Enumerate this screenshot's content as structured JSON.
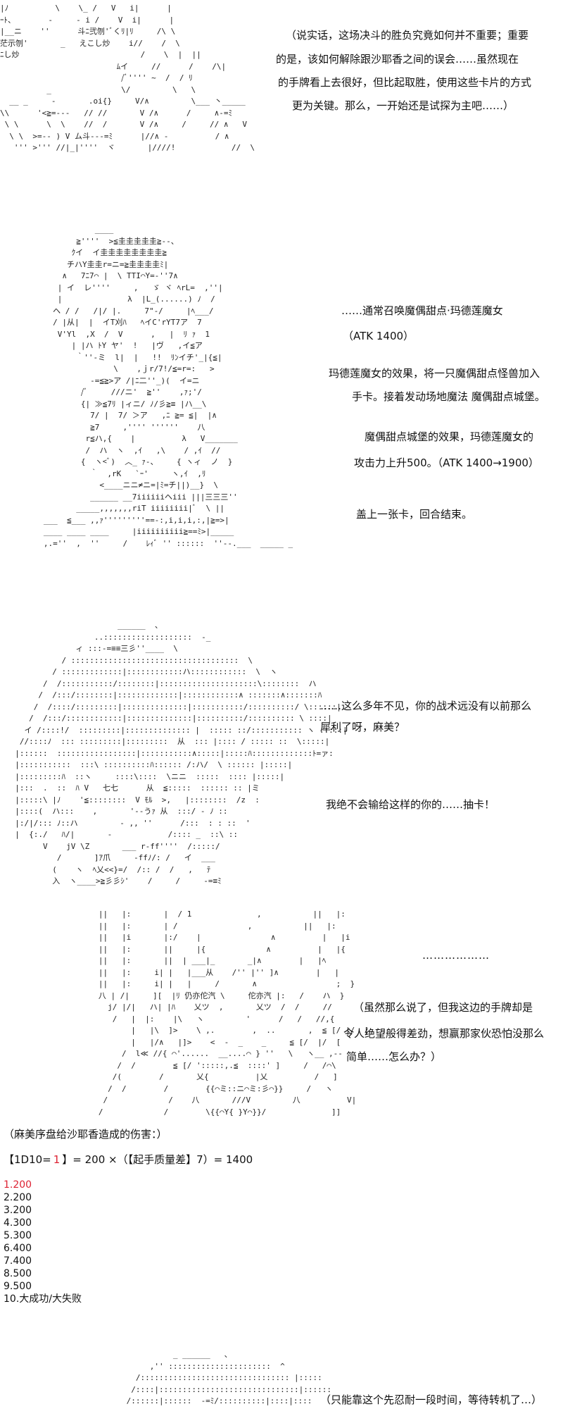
{
  "colors": {
    "text": "#111111",
    "highlight": "#dd2233"
  },
  "scene1": {
    "art": [
      "|ﾉ          \\    \\_ /   V   i|      |",
      "ｰﾄ、       -     - i /    V  i|      |",
      "|__ニ    ''      斗ﾆ弐刎'ﾞくﾘ|ﾘ     /\\ \\",
      "茫示刎'       _   えこし炒    i//    /  \\",
      "ﾆし炒                          /    \\  |  ||",
      "                         ﾑイ     //      /    /\\|",
      "                          /ﾞ'''' ~  /  / ﾘ",
      "          _               \\/         \\   \\",
      "  __ _     -       .oi{}     V/∧         \\___ 丶_____",
      "\\\\      '<≧=---   // //       V /∧      /     ∧-=ﾐ",
      " \\ \\      \\  \\    //  /       V /∧     /     // ∧   V",
      "  \\ \\  >=-- ) V ム斗---=ﾐ      |//∧ -          / ∧",
      "   ''' >''' //|_|''''  ヾ       |////!            //  \\"
    ],
    "lines": [
      "（说实话，这场决斗的胜负究竟如何并不重要；重要",
      "的是，该如何解除跟沙耶香之间的误会……虽然现在",
      "的手牌看上去很好，但比起取胜，使用这些卡片的方式",
      "更为关键。那么，一开始还是试探为主吧……）"
    ]
  },
  "scene2": {
    "art": [
      "              ____",
      "          ≧''''  >≦圭圭圭圭圭≧--、",
      "         ｸイ  イ圭圭圭圭圭圭圭圭≧",
      "        チハY圭圭r=ニ=≧圭圭圭圭ﾐ|",
      "       ∧   7ﾆ7⌒ |  \\ TTI⌒Y=-''7∧",
      "      | イ  レ''''     ,   ゞ ヾ ﾍrL=  ,''|",
      "      |              λ  |L_(......) ﾉ  /",
      "     ヘ / /   /|/ |.     7\"-/     |ﾍ___/",
      "     / |从|  |  イT刈ﾊ   ﾍイC'rYT7ア  7",
      "      V'Yl  ,X  /  V      ,   |  ﾘ ｧ  1",
      "         | |ハ ﾄY ヤ'  !   |ヴ   ,イ≦ア",
      "          ｀''-ミ  l|  |   !!  ﾘﾝイチ'_|{≦|",
      "                  \\    ,ｊr/7!/≦=r=:   >",
      "             -=≦≧>ア /|ﾆ二''_)(  イ=ニ",
      "           /ﾞ     ///ニ'  ≧''    ,ｧ;'/",
      "           {| ≫≦7ﾘ |ィニ/ ﾉ/彡≧≡ |ハ__\\",
      "             7/ |  7/ ＞ア   ,ﾆ ≧= ≦|  |∧",
      "             ≧7     ,'''' ''''''    八",
      "            r≦ハ,{    |          λ   V_______",
      "            /  ハ  ヽ  ,ｲ   ,\\    / ,ｲ  //",
      "           {  ヽ<ﾞ)  ︿_ ｧ-、    { ヽィ  ノ  }",
      "             ｀  ,rK   `ｰ'     ヽ,ｲ  ,ﾘ",
      "               <____ニニ≠ニ=|ﾐ=チ||)__}  \\",
      "             ______ __7iiiiiiヘiii |||三三三''",
      "          _____,,,,,,,riT iiiiiiii|ﾞ  \\ ||",
      "   ___  ≦___ ,,ｧ'''''''''==-:,i,i,i,:,|≧=>|",
      "   ____ ____ ____     |iiiiiiiiii≧==ﾐ>|_____",
      "   ,.=''  ,  ''     /    ﾚｨﾞ '' ::::::  ''--.___  _____ _"
    ],
    "line1": "……通常召唤魔偶甜点·玛德莲魔女",
    "line2": "（ATK 1400）",
    "line3": "玛德莲魔女的效果，将一只魔偶甜点怪兽加入",
    "line4": "手卡。接着发动场地魔法 魔偶甜点城堡。",
    "line5": "魔偶甜点城堡的效果，玛德莲魔女的",
    "line6": "攻击力上升500。（ATK 1400→1900）",
    "line7": "盖上一张卡，回合结束。"
  },
  "scene3": {
    "art": [
      "                        ______  、",
      "                   ..:::::::::::::::::::  -_",
      "               ィ :::-=≡≡三彡''____  \\",
      "            / ::::::::::::::::::::::::::::::::::::  \\",
      "          / :::::::::::::|::::::::::::ハ::::::::::::  \\  ヽ",
      "        /  /:::::::::::/::::::::|:::::::::::::::::::::\\::::::::  ハ",
      "       /  /:::/::::::::|:::::::::::::|::::::::::::∧ :::::::∧:::::::ﾊ",
      "      /  /::::/:::::::::|::::::::::::::|:::::::::::/::::::::::/ \\::::::|",
      "     /  /:::/::::::::::::|::::::::::::::|::::::::::/:::::::::: \\ ::::|",
      "    イ /::::!/  :::::::::|:::::::::::::: |  ::::: ::/::::::::::: ヽ :::::|",
      "   //::::ﾉ  ::: :::::::::|:::::::::  从  ::: |:::: / ::::: ::  \\:::::|",
      "  |::::::  :::::::::::::::::|:::::::::::∧:::::|:::::ﾊ:::::::::::::ﾄ=ァ:",
      "  |:::::::::::  :::\\ ::::::::::ﾊ:::::: /:ハ/  \\ :::::: |:::::|",
      "  |:::::::::ﾊ  ::ヽ     ::::\\::::  \\ニニ  :::::  :::: |:::::|",
      "  |:::  .  ::  ﾊ V   七七      从  ≦:::::  :::::: :: |ミ",
      "  |:::::\\ |ﾉ    '≦::::::::  V ﾓﾙ  >,   |::::::::  /z  :",
      "  |::::(  ハ:::    ,       '--うｧ 从  :::/ - ﾉ ::",
      "  |:/|/::: ﾉ::ハ         - ,, ''      /:::  : : ::  '",
      "  |  {:./   ﾊ/|       -            /:::: _  ::\\ ::",
      "        V    jV \\Z       ___ r-ff''''  /:::::/",
      "           /       ]ｱ爪     -ffﾉ/: /   イ  ___",
      "          (    ヽ  ﾍ乂<<}=/  /:: /  /   ,   ﾃ",
      "          入  ヽ____>≧彡彡ｼ'    /     /     -=≡ﾐ"
    ],
    "line1": "……这么多年不见，你的战术远没有以前那么",
    "line2": "犀利了呀，麻美？",
    "line3": "我绝不会输给这样的你的……抽卡！"
  },
  "scene4": {
    "art": [
      "   ||   |:       |  / 1              ,           ||   |:",
      "   ||   |:       | /               ,           ||   |:",
      "   ||   |i       |:/    |               ∧          |   |i",
      "   ||   |:       ||     |{             ∧          |   |{",
      "   ||   |:       ||  | ___|_       _|∧        |   |ﾍ",
      "   ||   |:     i| |   |___从    /'' |'' ]∧        |   |",
      "   ||   |:     i| |   |     /       ∧                 ;  }",
      "   八 | /|     ][  |ﾘ 仍亦佗汽 \\     佗亦汽 |:   /    ハ  }",
      "     j/ |/|   ハ| |ﾊ    乂ツ  ,       乂ツ  /  /     //",
      "      /   |  |:    |\\   ヽ         '      /   /   //,{",
      "          |   |\\  ]>    \\ ,.        ,  ..       ,  ≦ [/ |/  [",
      "          |   |/∧   |]>    <  -  _    _     ≦ [/  |/  [",
      "        /  l≪ //{ ⌒'......  __....⌒ } ''   \\   ヽ__ ,--",
      "       /  /        ≦ [/ ':::::,.≦  ::::' ]     /   /⌒\\",
      "      /(        /       乂{          |乂          /   ]",
      "     /  /        /        {{⌒ミ::ニ⌒ミ:彡⌒}}     /   ヽ",
      "    /             /    八       ///V         八          V|",
      "   /             /        \\{{⌒Y{ }Y⌒}}/              ]]"
    ],
    "line0": "………………",
    "line1": "（虽然那么说了，但我这边的手牌却是",
    "line2": "令人绝望般得差劲，想赢那家伙恐怕没那么",
    "line3": "简单……怎么办？）"
  },
  "damage": {
    "title": "（麻美序盘给沙耶香造成的伤害：）",
    "formula_prefix": "【1D10=",
    "roll": "1",
    "formula_suffix": "】= 200 ×（【起手质量差】7）= 1400",
    "table": [
      "1.200",
      "2.200",
      "3.200",
      "4.300",
      "5.300",
      "6.400",
      "7.400",
      "8.500",
      "9.500",
      "10.大成功/大失败"
    ],
    "highlight_index": 0
  },
  "scene5": {
    "art": [
      "                   _ ______   、",
      "              ,'' ::::::::::::::::::::::  ^",
      "           /:::::::::::::::::::::::::::::::: |:::::",
      "          /::::|::::::::::::::::::::::::::::::|::::::",
      "         /::::::|::::::  -=ﾐ/::::::::::|::::|::::"
    ],
    "line1": "（只能靠这个先忍耐一段时间，等待转机了…）"
  }
}
